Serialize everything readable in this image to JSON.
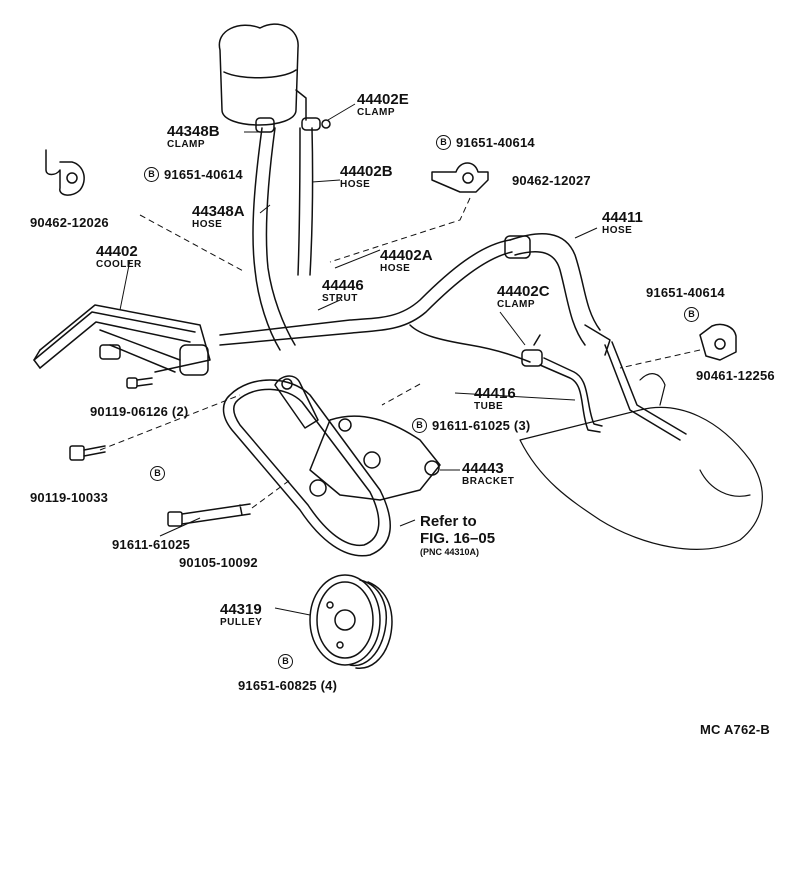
{
  "labels": {
    "p44402e": {
      "num": "44402E",
      "name": "CLAMP"
    },
    "p44348b": {
      "num": "44348B",
      "name": "CLAMP"
    },
    "b91651_top": {
      "badge": "B",
      "num": "91651-40614"
    },
    "b91651_left": {
      "badge": "B",
      "num": "91651-40614"
    },
    "p44402b": {
      "num": "44402B",
      "name": "HOSE"
    },
    "p90462_12027": {
      "num": "90462-12027"
    },
    "p90462_12026": {
      "num": "90462-12026"
    },
    "p44348a": {
      "num": "44348A",
      "name": "HOSE"
    },
    "p44411": {
      "num": "44411",
      "name": "HOSE"
    },
    "p44402": {
      "num": "44402",
      "name": "COOLER"
    },
    "p44402a": {
      "num": "44402A",
      "name": "HOSE"
    },
    "p44446": {
      "num": "44446",
      "name": "STRUT"
    },
    "p91651_right": {
      "num": "91651-40614",
      "badge": "B"
    },
    "p44402c": {
      "num": "44402C",
      "name": "CLAMP"
    },
    "p90461": {
      "num": "90461-12256"
    },
    "p90119_06126": {
      "num": "90119-06126 (2)"
    },
    "p44416": {
      "num": "44416",
      "name": "TUBE"
    },
    "b91611_61025_3": {
      "badge": "B",
      "num": "91611-61025 (3)"
    },
    "p90119_10033": {
      "num": "90119-10033"
    },
    "p44443": {
      "num": "44443",
      "name": "BRACKET"
    },
    "b91611_left": {
      "badge": "B"
    },
    "p91611_61025": {
      "num": "91611-61025"
    },
    "refer": {
      "line1": "Refer to",
      "line2": "FIG. 16–05",
      "line3": "(PNC 44310A)"
    },
    "p90105": {
      "num": "90105-10092"
    },
    "p44319": {
      "num": "44319",
      "name": "PULLEY"
    },
    "b91651_60825": {
      "badge": "B",
      "num": "91651-60825 (4)"
    },
    "code": {
      "text": "MC A762-B"
    }
  }
}
